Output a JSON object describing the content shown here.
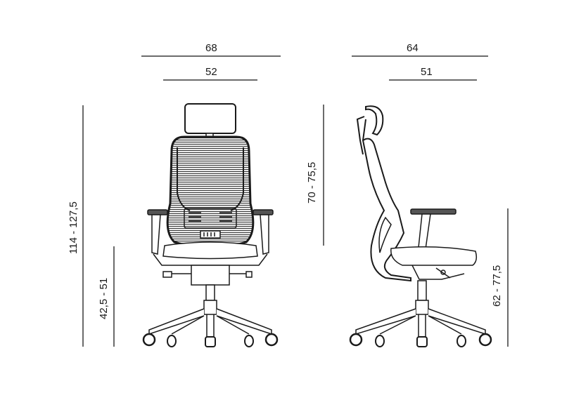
{
  "diagram": {
    "type": "technical-dimension-drawing",
    "subject": "office chair",
    "views": [
      {
        "name": "front-view",
        "dimensions": {
          "overall_width": "68",
          "seat_width": "52",
          "overall_height": "114 - 127,5",
          "seat_height": "42,5 - 51"
        }
      },
      {
        "name": "side-view",
        "dimensions": {
          "overall_depth": "64",
          "seat_depth": "51",
          "backrest_height": "70 - 75,5",
          "armrest_height": "62 - 77,5"
        }
      }
    ],
    "colors": {
      "line": "#1a1a1a",
      "dimension_line": "#6b6b6b",
      "mesh": "#3a3a3a",
      "background": "#ffffff"
    }
  }
}
